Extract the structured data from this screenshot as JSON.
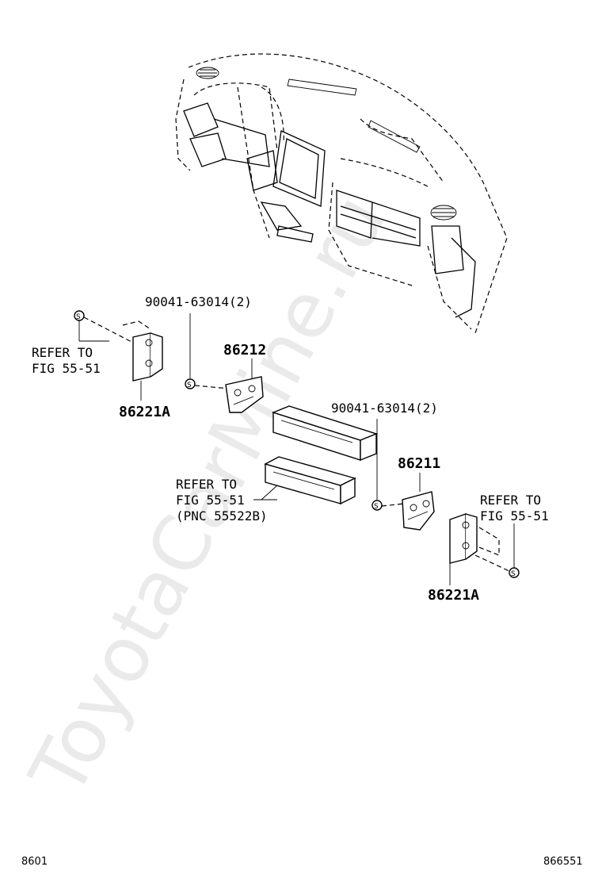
{
  "watermark": "ToyotaCarMine.ru",
  "callouts": {
    "screw_left": "90041-63014(2)",
    "screw_right": "90041-63014(2)",
    "bracket_86212": "86212",
    "bracket_86211": "86211",
    "bracket_left": "86221A",
    "bracket_right": "86221A",
    "refer_left": [
      "REFER TO",
      "FIG 55-51"
    ],
    "refer_center": [
      "REFER TO",
      "FIG 55-51",
      "(PNC 55522B)"
    ],
    "refer_right": [
      "REFER TO",
      "FIG 55-51"
    ],
    "screw_symbol": "S"
  },
  "footer": {
    "left_code": "8601",
    "right_code": "866551"
  }
}
